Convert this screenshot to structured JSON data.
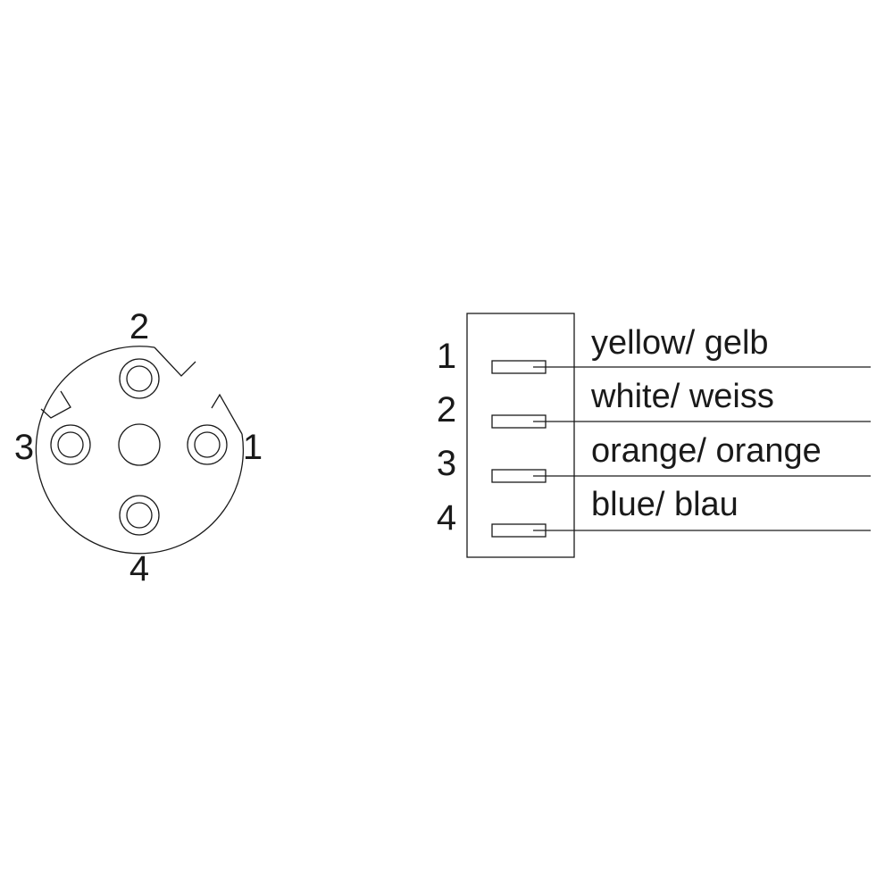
{
  "connector_face": {
    "pin_labels": [
      "1",
      "2",
      "3",
      "4"
    ]
  },
  "pinout": {
    "rows": [
      {
        "pin": "1",
        "color": "yellow/ gelb"
      },
      {
        "pin": "2",
        "color": "white/ weiss"
      },
      {
        "pin": "3",
        "color": "orange/ orange"
      },
      {
        "pin": "4",
        "color": "blue/ blau"
      }
    ]
  }
}
